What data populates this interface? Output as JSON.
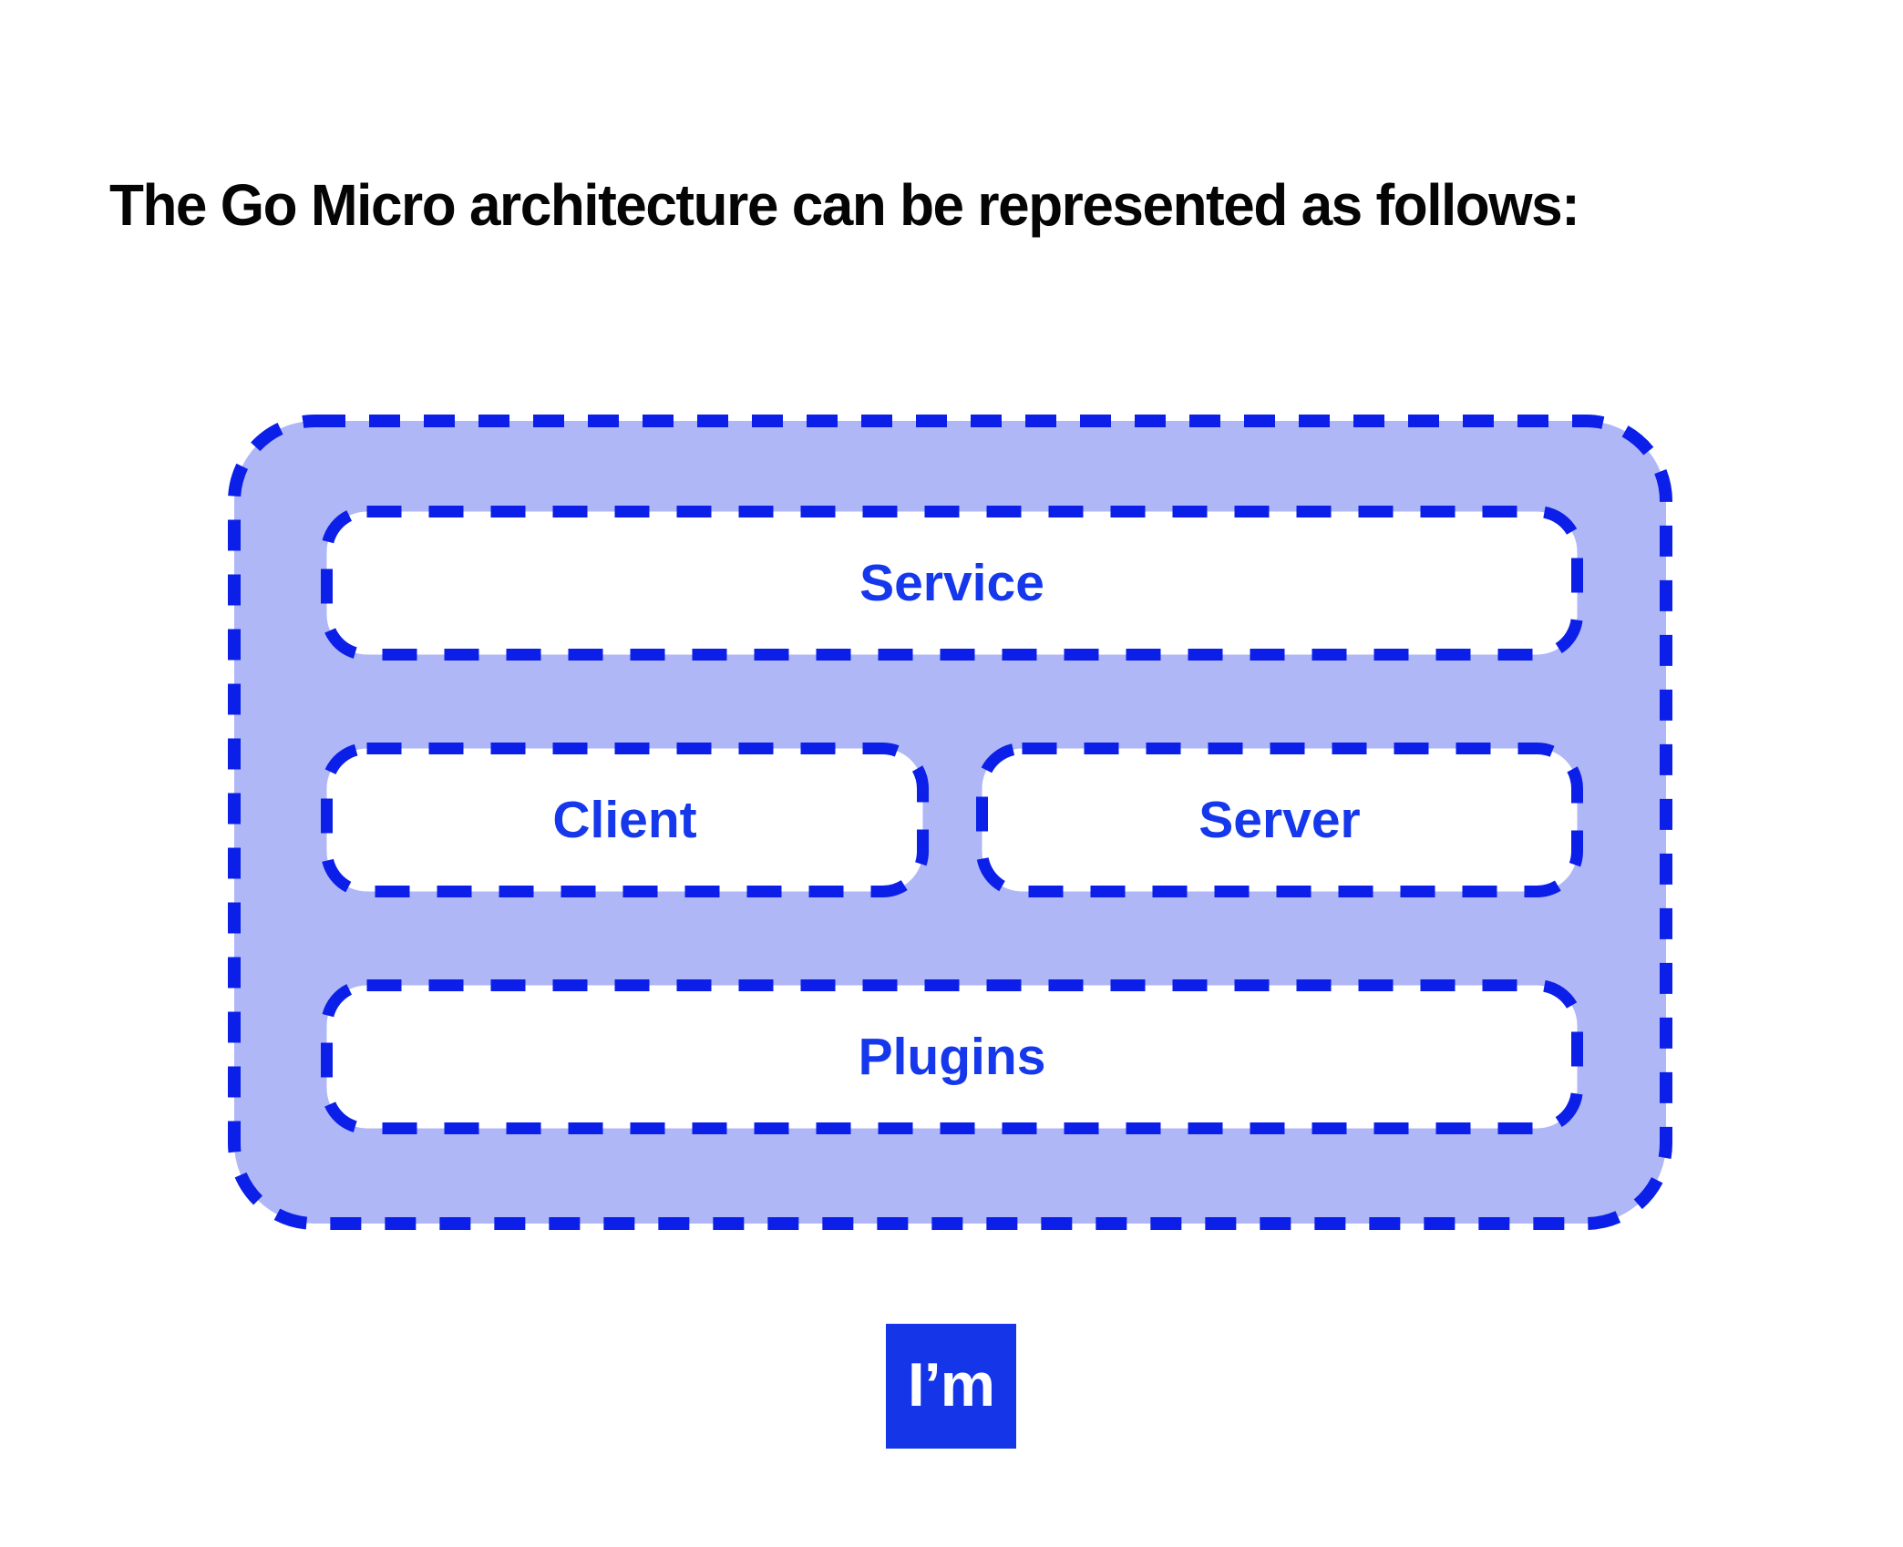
{
  "title": "The Go Micro architecture can be represented as follows:",
  "colors": {
    "container_fill": "#AFB7F7",
    "dash_border": "#0B1FE8",
    "box_label": "#1638EC",
    "logo_background": "#1436E8",
    "logo_text": "#FFFFFF",
    "title_text": "#050505"
  },
  "diagram": {
    "boxes": [
      {
        "id": "service",
        "label": "Service"
      },
      {
        "id": "client",
        "label": "Client"
      },
      {
        "id": "server",
        "label": "Server"
      },
      {
        "id": "plugins",
        "label": "Plugins"
      }
    ]
  },
  "logo": {
    "text": "I’m"
  }
}
